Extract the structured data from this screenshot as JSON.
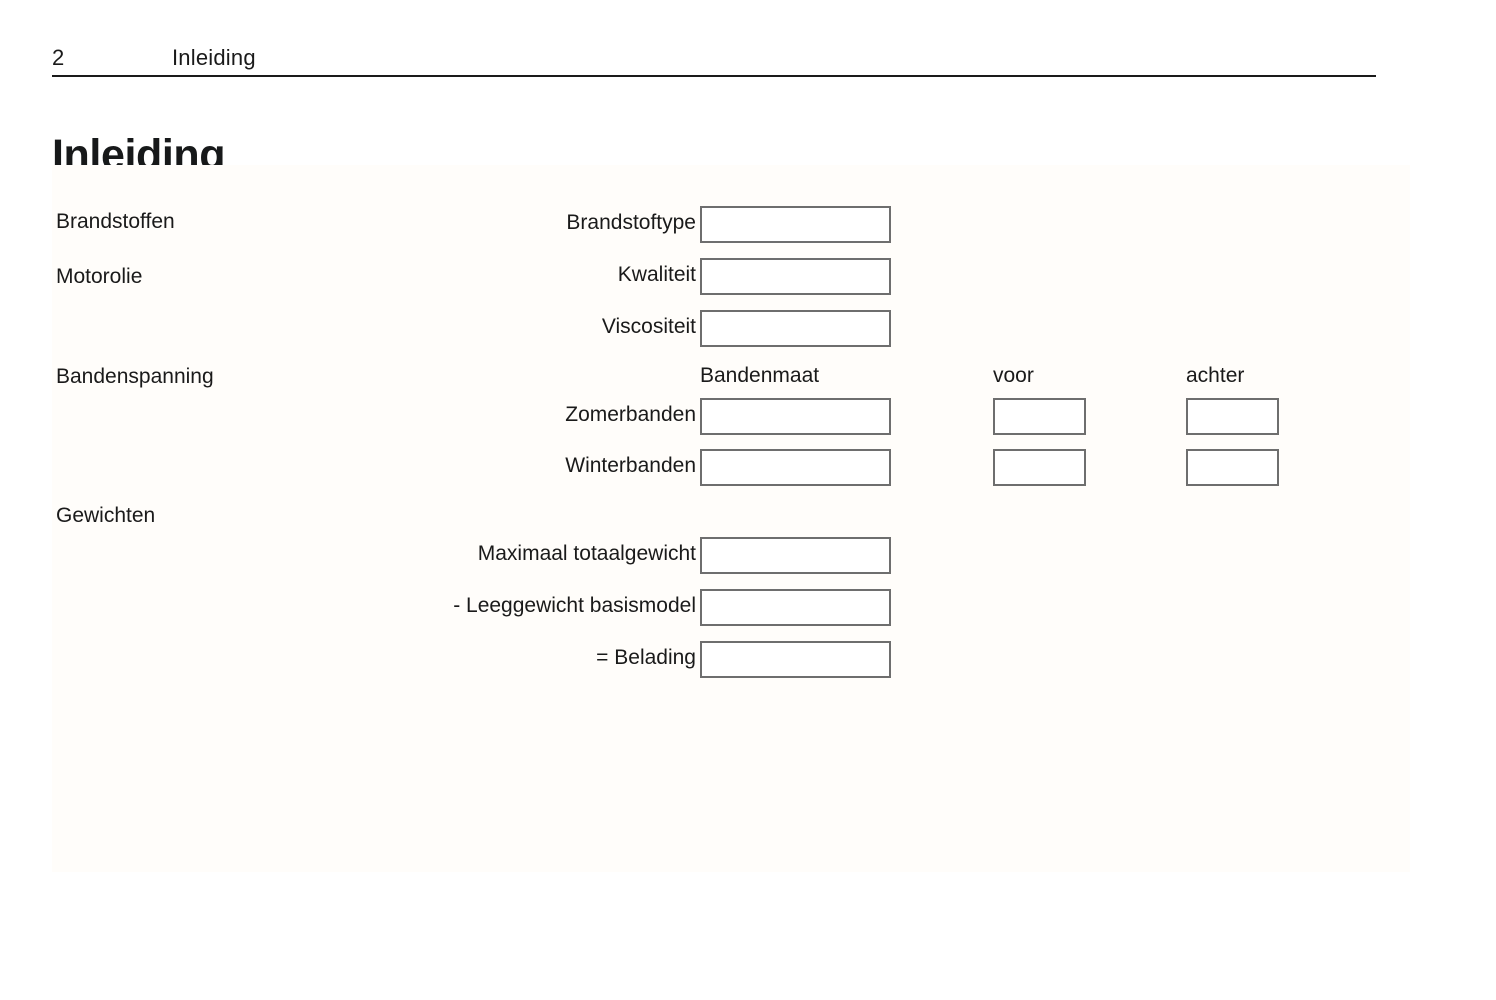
{
  "header": {
    "folio": "2",
    "running_title": "Inleiding"
  },
  "chapter_title": "Inleiding",
  "form": {
    "sections": [
      {
        "label": "Brandstoffen"
      },
      {
        "label": "Motorolie"
      },
      {
        "label": "Bandenspanning"
      },
      {
        "label": "Gewichten"
      }
    ],
    "column_headers": {
      "size": "Bandenmaat",
      "front": "voor",
      "rear": "achter"
    },
    "fields": [
      {
        "label": "Brandstoftype",
        "value": ""
      },
      {
        "label": "Kwaliteit",
        "value": ""
      },
      {
        "label": "Viscositeit",
        "value": ""
      },
      {
        "label": "Zomerbanden",
        "value": "",
        "front": "",
        "rear": ""
      },
      {
        "label": "Winterbanden",
        "value": "",
        "front": "",
        "rear": ""
      },
      {
        "label": "Maximaal totaalgewicht",
        "value": ""
      },
      {
        "label": "- Leeggewicht basismodel",
        "value": ""
      },
      {
        "label": "= Belading",
        "value": ""
      }
    ]
  },
  "colors": {
    "text": "#1a1a1a",
    "rule": "#1a1a1a",
    "box_border": "#6e6e6e",
    "panel_bg": "#fffdfa",
    "page_bg": "#ffffff"
  }
}
